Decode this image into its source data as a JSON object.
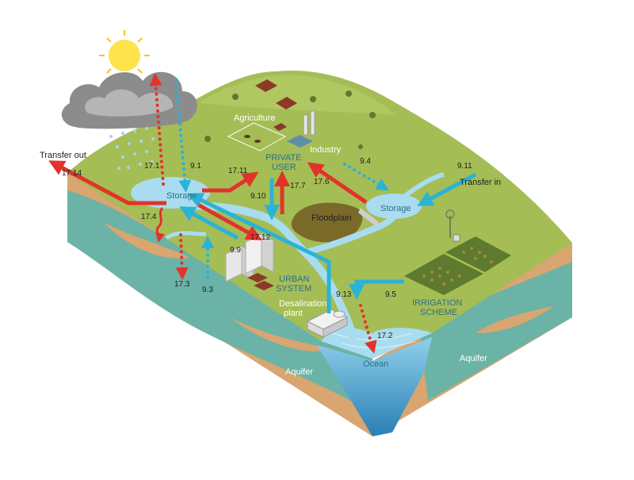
{
  "labels": {
    "transfer_out": "Transfer out",
    "transfer_in": "Transfer in",
    "storage_left": "Storage",
    "storage_right": "Storage",
    "agriculture": "Agriculture",
    "industry": "Industry",
    "private_user_1": "PRIVATE",
    "private_user_2": "USER",
    "floodplain": "Floodplain",
    "urban_1": "URBAN",
    "urban_2": "SYSTEM",
    "desal_1": "Desalination",
    "desal_2": "plant",
    "irrigation_1": "IRRIGATION",
    "irrigation_2": "SCHEME",
    "ocean": "Ocean",
    "aquifer_left": "Aquifer",
    "aquifer_right": "Aquifer"
  },
  "flows": {
    "f17_14": "17.14",
    "f17_1": "17.1",
    "f9_1": "9.1",
    "f17_11": "17.11",
    "f9_10": "9.10",
    "f17_7": "17.7",
    "f17_6": "17.6",
    "f9_4": "9.4",
    "f9_11": "9.11",
    "f17_4": "17.4",
    "f17_12": "17.12",
    "f9_9": "9.9",
    "f17_3": "17.3",
    "f9_3": "9.3",
    "f9_13": "9.13",
    "f9_5": "9.5",
    "f17_2": "17.2"
  },
  "colors": {
    "red_flow": "#e2332b",
    "blue_flow": "#2bb3d6",
    "land": "#a5bd55",
    "soil": "#d9a570",
    "aquifer": "#6bb3a6",
    "water": "#a9dcef"
  }
}
